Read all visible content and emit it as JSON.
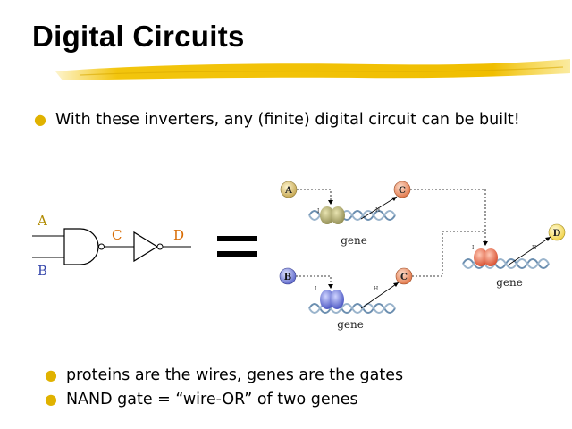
{
  "slide": {
    "title": "Digital Circuits",
    "top_bullet": "With these inverters, any (finite) digital circuit can be built!",
    "bottom_bullets": [
      "proteins are the wires, genes are the gates",
      "NAND gate = “wire-OR” of two genes"
    ]
  },
  "logic_diagram": {
    "input_a": "A",
    "input_b": "B",
    "wire_c": "C",
    "output_d": "D",
    "equals_sign": "="
  },
  "gene_diagram": {
    "protein_a": "A",
    "protein_b": "B",
    "protein_c_top": "C",
    "protein_c_bottom": "C",
    "protein_d": "D",
    "gene_label_top": "gene",
    "gene_label_bottom": "gene",
    "gene_label_right": "gene"
  },
  "colors": {
    "bullet": "#e0b200",
    "label_a": "#b08a00",
    "label_c": "#d86a00",
    "label_b": "#3344aa"
  }
}
